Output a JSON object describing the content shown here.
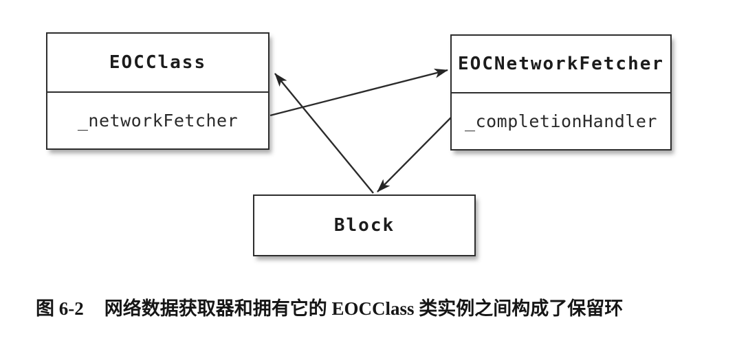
{
  "figure": {
    "type": "class-diagram",
    "topic": "retain cycle",
    "nodes": {
      "eocclass": {
        "title": "EOCClass",
        "attribute": "_networkFetcher"
      },
      "networkfetcher": {
        "title": "EOCNetworkFetcher",
        "attribute": "_completionHandler"
      },
      "block": {
        "title": "Block"
      }
    },
    "edges": [
      {
        "from": "EOCClass._networkFetcher",
        "to": "EOCNetworkFetcher"
      },
      {
        "from": "EOCNetworkFetcher._completionHandler",
        "to": "Block"
      },
      {
        "from": "Block",
        "to": "EOCClass"
      }
    ],
    "colors": {
      "background": "#ffffff",
      "line": "#2b2b2b",
      "text": "#1c1c1c"
    }
  },
  "caption": {
    "label": "图 6-2",
    "text": "网络数据获取器和拥有它的 EOCClass 类实例之间构成了保留环"
  }
}
